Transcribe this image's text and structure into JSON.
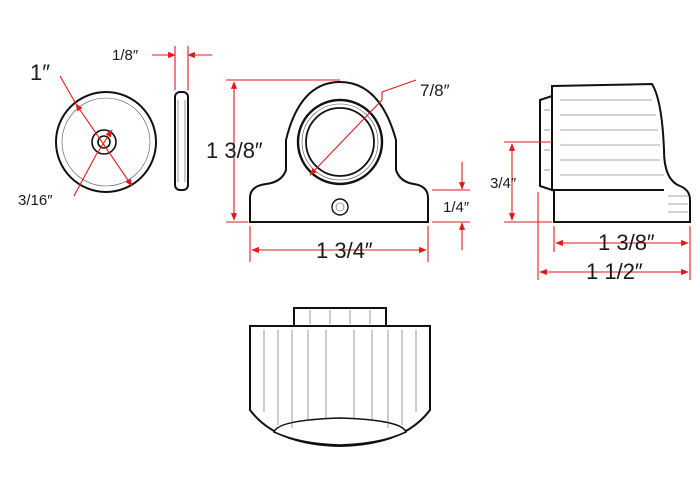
{
  "dimensions": {
    "disc_diameter": "1″",
    "disc_hole": "3/16″",
    "disc_thickness": "1/8″",
    "bore_diameter": "7/8″",
    "front_height": "1 3/8″",
    "base_height": "1/4″",
    "front_width": "1 3/4″",
    "side_height": "3/4″",
    "side_depth": "1 3/8″",
    "side_overall": "1 1/2″"
  },
  "colors": {
    "dimension_line": "#e01a1a",
    "outline": "#111111",
    "hatch": "#555555",
    "text": "#1a1a1a"
  }
}
